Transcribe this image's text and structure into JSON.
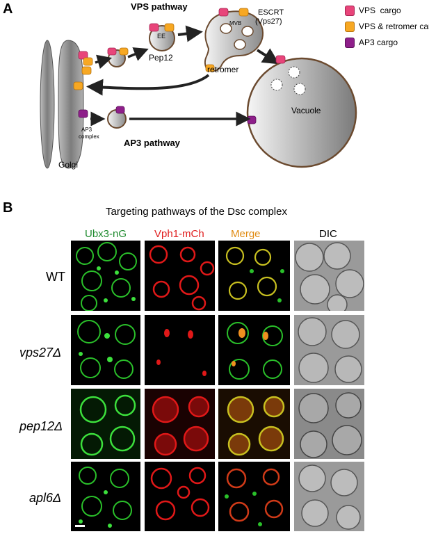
{
  "panel_a": {
    "letter": "A",
    "vps_pathway": "VPS pathway",
    "ap3_pathway": "AP3 pathway",
    "golgi": "Golgi",
    "ap3_complex_line1": "AP3",
    "ap3_complex_line2": "complex",
    "ee": "EE",
    "pep12": "Pep12",
    "escrt_line1": "ESCRT",
    "escrt_line2": "(Vps27)",
    "mvb": "MVB",
    "retromer": "retromer",
    "vacuole": "Vacuole",
    "legend": [
      {
        "label": "VPS  cargo",
        "color": "#e8457a"
      },
      {
        "label": "VPS & retromer cargo",
        "color": "#f7a823"
      },
      {
        "label": "AP3 cargo",
        "color": "#8e1f8a"
      }
    ]
  },
  "panel_b": {
    "letter": "B",
    "title": "Targeting pathways of the Dsc complex",
    "columns": [
      {
        "label": "Ubx3-nG",
        "color": "#1e8a2e"
      },
      {
        "label": "Vph1-mCh",
        "color": "#e02020"
      },
      {
        "label": "Merge",
        "color": "#e08a10"
      },
      {
        "label": "DIC",
        "color": "#000000"
      }
    ],
    "rows": [
      {
        "label": "WT",
        "italic": false
      },
      {
        "label": "vps27Δ",
        "italic": true
      },
      {
        "label": "pep12Δ",
        "italic": true
      },
      {
        "label": "apl6Δ",
        "italic": true
      }
    ]
  }
}
